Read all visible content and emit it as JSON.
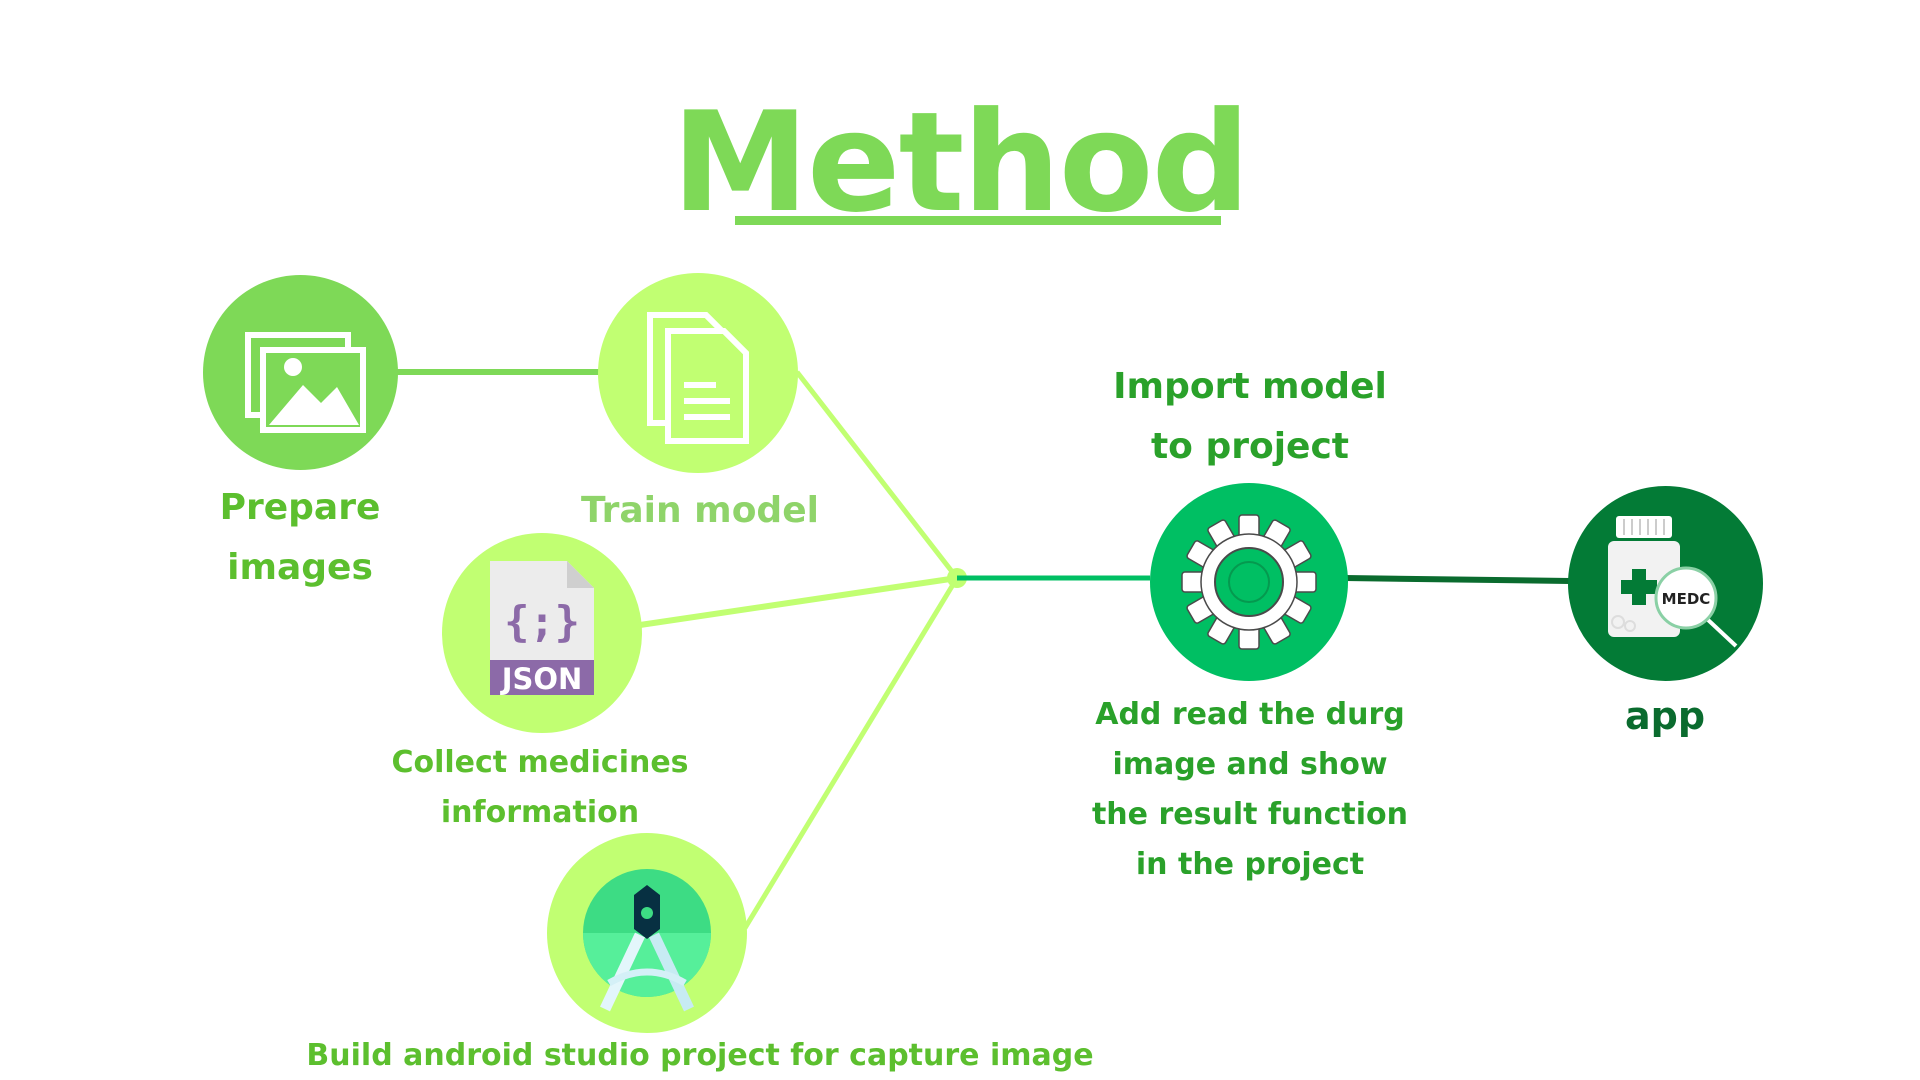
{
  "title": "Method",
  "nodes": {
    "prepare_images": {
      "lines": [
        "Prepare",
        "images"
      ],
      "icon": "images-icon",
      "color": "#7ed957"
    },
    "train_model": {
      "lines": [
        "Train model"
      ],
      "icon": "document-icon",
      "color": "#c1ff72"
    },
    "collect_info": {
      "lines": [
        "Collect medicines",
        "information"
      ],
      "icon": "json-file-icon",
      "icon_text": "JSON",
      "icon_code": "{;}",
      "color": "#c1ff72"
    },
    "build_project": {
      "lines": [
        "Build android studio project for capture image"
      ],
      "icon": "android-studio-icon",
      "color": "#c1ff72"
    },
    "import_model": {
      "title_lines": [
        "Import model",
        "to project"
      ],
      "desc_lines": [
        "Add read the durg",
        "image and show",
        "the result function",
        "in the project"
      ],
      "icon": "gear-icon",
      "color": "#00bf63"
    },
    "app": {
      "lines": [
        "app"
      ],
      "icon": "medicine-bottle-icon",
      "icon_text": "MEDC",
      "color": "#037b36"
    }
  },
  "colors": {
    "text_green": "#5cbf2e",
    "text_light": "#8fd46a",
    "text_import": "#2aa12a",
    "text_app": "#0a6b2e",
    "line_light": "#c1ff72",
    "line_mid": "#7ed957",
    "line_dark": "#00bf63",
    "line_darkest": "#0a6b2e"
  }
}
